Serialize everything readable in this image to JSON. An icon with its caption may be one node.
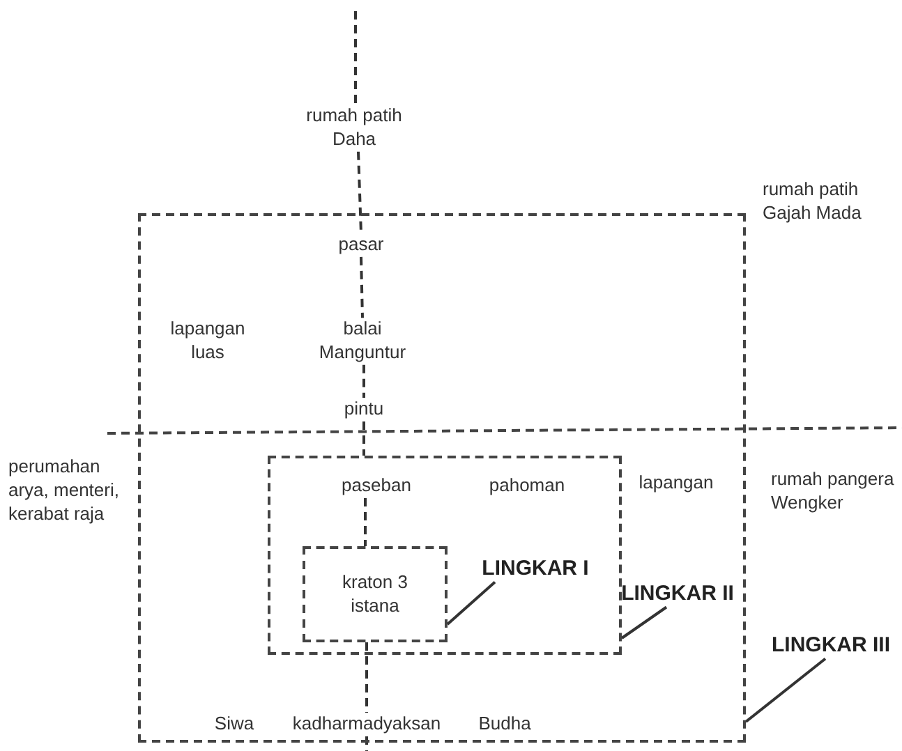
{
  "diagram": {
    "nodes": [
      {
        "text": [
          "rumah patih Daha"
        ]
      },
      {
        "text": [],
        "shape": "box"
      },
      {
        "text": [
          "pasar"
        ],
        "in": 1
      },
      {
        "text": [
          "lapangan luas"
        ],
        "in": 1
      },
      {
        "text": [
          "balai Manguntur"
        ],
        "in": 1
      },
      {
        "text": [
          "pintu"
        ],
        "in": 1
      },
      {
        "text": [],
        "shape": "box",
        "in": 1
      },
      {
        "text": [
          "paseban"
        ],
        "in": 6
      },
      {
        "text": [
          "pahoman"
        ],
        "in": 6
      },
      {
        "text": [
          "kraton 3 istana"
        ],
        "in": 6
      },
      {
        "text": [
          "lapangan"
        ],
        "in": 1
      },
      {
        "text": [
          "Siwa"
        ],
        "in": 1
      },
      {
        "text": [
          "kadharmadyaksan"
        ],
        "in": 1
      },
      {
        "text": [
          "Budha"
        ],
        "in": 1
      },
      {
        "text": [
          "LINGKAR I"
        ],
        "in": 6
      },
      {
        "text": [
          "LINGKAR II"
        ],
        "in": 1
      },
      {
        "text": [
          "LINGKAR III"
        ]
      }
    ],
    "edges": [
      {
        "from": null,
        "to": 0,
        "arrow": "none",
        "style": "dashed"
      },
      {
        "from": 0,
        "to": 2,
        "arrow": "none",
        "style": "dashed"
      },
      {
        "from": 2,
        "to": 4,
        "arrow": "none",
        "style": "dashed"
      },
      {
        "from": 4,
        "to": 5,
        "arrow": "none",
        "style": "dashed"
      },
      {
        "from": 5,
        "to": 6,
        "arrow": "none",
        "style": "dashed"
      },
      {
        "from": 7,
        "to": 9,
        "arrow": "none",
        "style": "dashed"
      },
      {
        "from": 9,
        "to": 12,
        "arrow": "none",
        "style": "dashed"
      },
      {
        "from": 12,
        "to": null,
        "arrow": "none",
        "style": "dashed"
      },
      {
        "from": 14,
        "to": 9,
        "arrow": "none"
      },
      {
        "from": 15,
        "to": 6,
        "arrow": "none"
      },
      {
        "from": 16,
        "to": 1,
        "arrow": "none"
      }
    ],
    "labels": [
      "rumah patih Gajah Mada",
      "perumahan arya, menteri, kerabat raja",
      "rumah pangera Wengker"
    ]
  }
}
